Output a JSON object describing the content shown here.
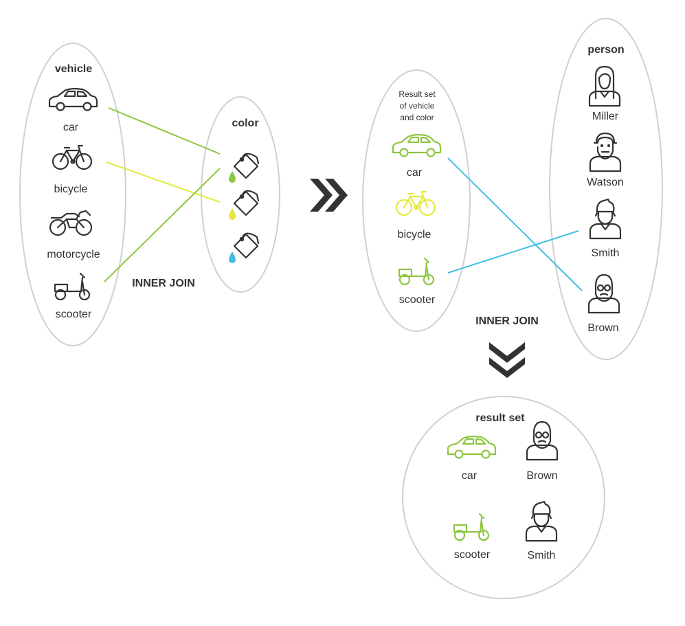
{
  "colors": {
    "dark": "#333333",
    "green": "#8dc63f",
    "yellow": "#e4ea3d",
    "blue": "#3fc0e0",
    "ellipse": "#d0d0d0"
  },
  "vehicle": {
    "title": "vehicle",
    "items": [
      "car",
      "bicycle",
      "motorcycle",
      "scooter"
    ]
  },
  "color": {
    "title": "color",
    "swatches": [
      "green",
      "yellow",
      "blue"
    ]
  },
  "result1": {
    "title_lines": [
      "Result set",
      "of vehicle",
      "and color"
    ],
    "items": [
      "car",
      "bicycle",
      "scooter"
    ]
  },
  "person": {
    "title": "person",
    "items": [
      "Miller",
      "Watson",
      "Smith",
      "Brown"
    ]
  },
  "result_final": {
    "title": "result set",
    "vehicles": [
      "car",
      "scooter"
    ],
    "persons": [
      "Brown",
      "Smith"
    ]
  },
  "joins": [
    "INNER JOIN",
    "INNER JOIN"
  ],
  "icons": {
    "car": "car-icon",
    "bicycle": "bicycle-icon",
    "motorcycle": "motorcycle-icon",
    "scooter": "scooter-icon",
    "bucket": "paint-bucket-icon",
    "female": "female-person-icon",
    "bearded": "bearded-person-icon",
    "male": "male-person-icon",
    "glasses": "glasses-bearded-person-icon",
    "arrow_right": "double-chevron-right-icon",
    "arrow_down": "double-chevron-down-icon"
  }
}
